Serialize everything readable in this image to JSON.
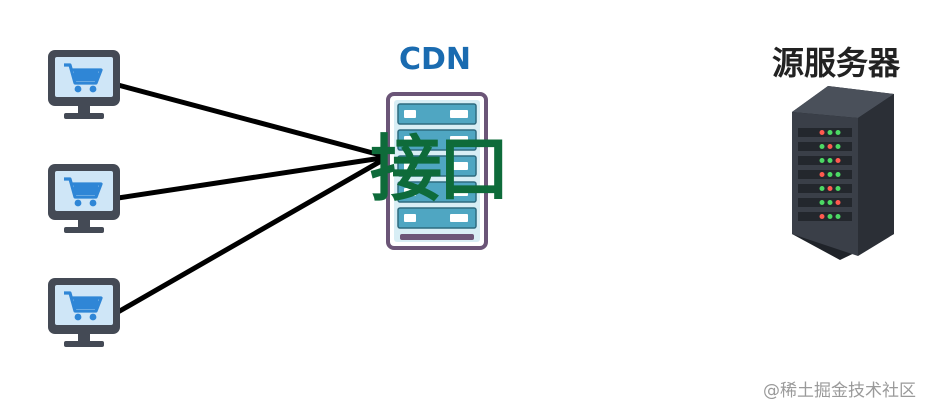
{
  "diagram": {
    "cdn_label": "CDN",
    "interface_label": "接口",
    "origin_label": "源服务器",
    "watermark": "@稀土掘金技术社区",
    "clients": [
      {
        "icon": "shopping-cart-monitor-icon"
      },
      {
        "icon": "shopping-cart-monitor-icon"
      },
      {
        "icon": "shopping-cart-monitor-icon"
      }
    ],
    "icons": {
      "cdn": "cdn-server-rack-icon",
      "origin": "origin-server-tower-icon"
    }
  },
  "colors": {
    "cdn_label": "#1a6bb0",
    "interface_label": "#0e6b3a",
    "origin_label": "#222222",
    "connector": "#000000",
    "monitor_body": "#444a55",
    "monitor_screen": "#cfe6f7",
    "cart": "#2f86d6",
    "rack_frame": "#6b5577",
    "rack_panel": "#4fa6c2",
    "tower_dark": "#2b2f36",
    "led_green": "#4cd964",
    "led_red": "#ff5a4f",
    "watermark": "#9a9a9a"
  }
}
